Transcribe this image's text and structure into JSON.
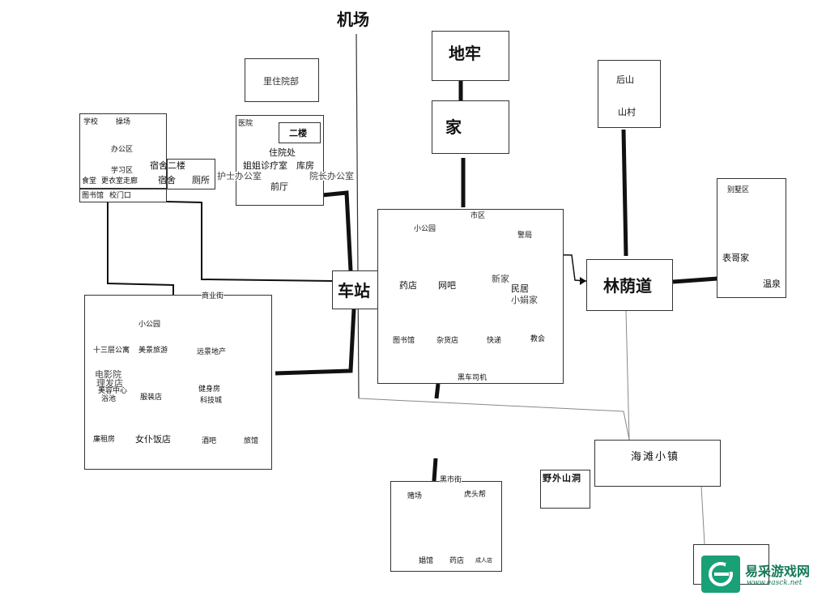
{
  "airport": "机场",
  "dungeon": "地牢",
  "home": "家",
  "back_mountain": {
    "name": "后山",
    "village": "山村"
  },
  "villa_area": {
    "name": "别墅区",
    "cousin": "表哥家",
    "hot_spring": "温泉"
  },
  "avenue": "林荫道",
  "station": "车站",
  "inpatient": "里住院部",
  "hospital": {
    "name": "医院",
    "second_floor": "二楼",
    "ward": "住院处",
    "clinic": "姐姐诊疗室",
    "storage": "库房",
    "nurse_office": "护士办公室",
    "dean_office": "院长办公室",
    "lobby": "前厅"
  },
  "school": {
    "name": "学校",
    "playground": "操场",
    "office": "办公区",
    "dorm2": "宿舍二楼",
    "study": "学习区",
    "canteen": "食堂",
    "locker": "更衣室走廊",
    "dorm": "宿舍",
    "toilet": "厕所",
    "library": "图书馆",
    "gate": "校门口"
  },
  "city": {
    "name": "市区",
    "park": "小公园",
    "police": "警局",
    "pharmacy": "药店",
    "cafe": "网吧",
    "new_home": "新家",
    "residence": "民居",
    "xiaojuan": "小娟家",
    "library": "图书馆",
    "grocery": "杂货店",
    "express": "快递",
    "church": "教会",
    "black_car": "黑车司机"
  },
  "commercial": {
    "name": "商业街",
    "park": "小公园",
    "apartment": "十三层公寓",
    "beauty_travel": "美景旅游",
    "realestate": "远景地产",
    "cinema": "电影院",
    "barber": "理发店",
    "beauty": "美容中心",
    "bath": "浴池",
    "clothes": "服装店",
    "gym": "健身房",
    "tech": "科技城",
    "cheap_room": "廉租房",
    "maid": "女仆饭店",
    "bar": "酒吧",
    "hotel": "旅馆"
  },
  "black_market": {
    "name": "黑市街",
    "casino": "赌场",
    "tiger": "虎头帮",
    "brothel": "娼馆",
    "pharmacy": "药店",
    "adult": "成人店"
  },
  "beach": "海滩小镇",
  "cave": "野外山洞",
  "watermark": {
    "name": "易采游戏网",
    "url": "www.easck.net"
  }
}
